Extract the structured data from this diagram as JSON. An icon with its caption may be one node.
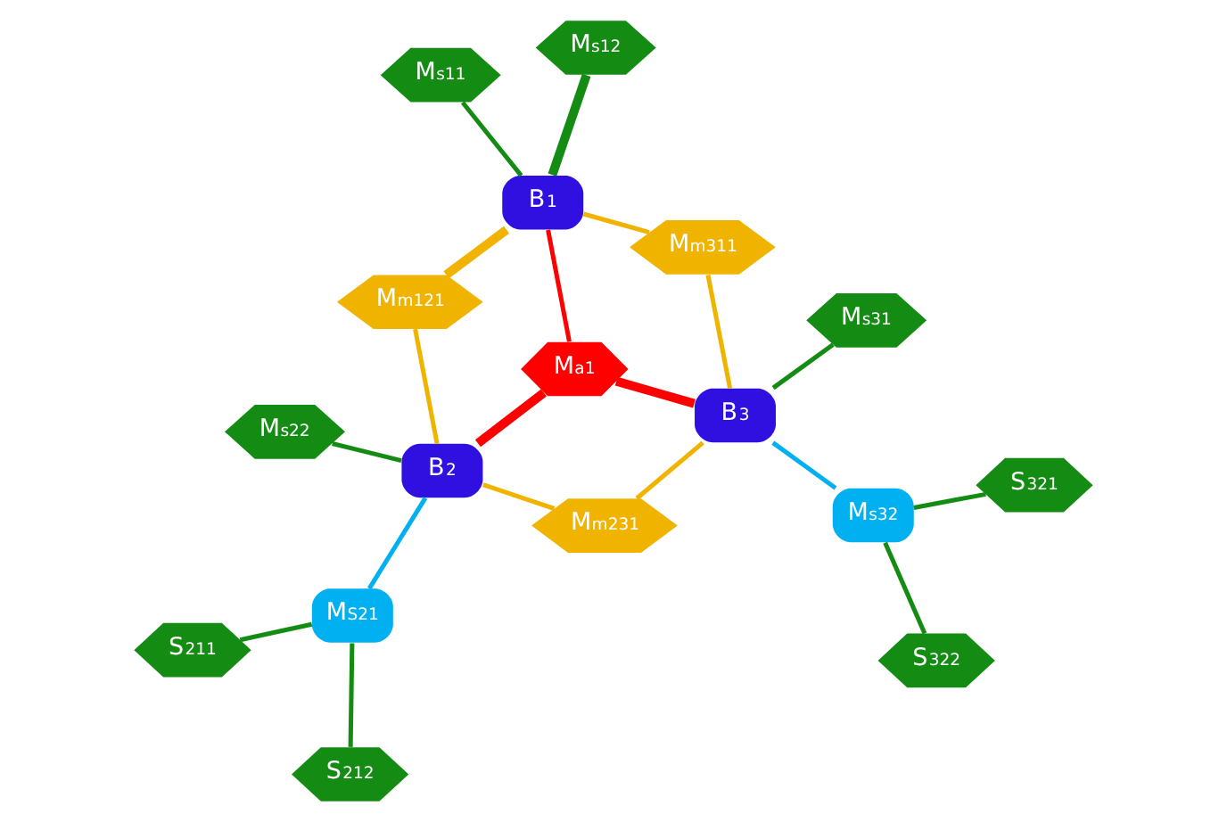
{
  "diagram": {
    "nodes": [
      {
        "text": [
          "M$_{m121}$"
        ]
      },
      {
        "text": [
          "B$_{1}$"
        ]
      },
      {
        "text": [
          "B$_{2}$"
        ]
      },
      {
        "text": [
          "M$_{s11}$"
        ]
      },
      {
        "text": [
          "M$_{a1}$"
        ]
      },
      {
        "text": [
          "M$_{S21}$"
        ]
      },
      {
        "text": [
          "S$_{211}$"
        ]
      },
      {
        "text": [
          "M$_{s12}$"
        ]
      },
      {
        "text": [
          "M$_{m311}$"
        ]
      },
      {
        "text": [
          "M$_{m231}$"
        ]
      },
      {
        "text": [
          "S$_{212}$"
        ]
      },
      {
        "text": [
          "M$_{s22}$"
        ]
      },
      {
        "text": [
          "B$_{3}$"
        ]
      },
      {
        "text": [
          "M$_{s32}$"
        ]
      },
      {
        "text": [
          "M$_{s31}$"
        ]
      },
      {
        "text": [
          "S$_{322}$"
        ]
      },
      {
        "text": [
          "S$_{321}$"
        ]
      }
    ],
    "edges": [
      {
        "from": 1,
        "to": 0,
        "arrow": "none",
        "style": "thick",
        "color": "#f0b400"
      },
      {
        "from": 0,
        "to": 2,
        "arrow": "none",
        "color": "#f0b400"
      },
      {
        "from": 1,
        "to": 4,
        "arrow": "none",
        "color": "#ff0000"
      },
      {
        "from": 4,
        "to": 2,
        "arrow": "none",
        "style": "thick",
        "color": "#ff0000"
      },
      {
        "from": 4,
        "to": 12,
        "arrow": "none",
        "style": "thick",
        "color": "#ff0000"
      },
      {
        "from": 1,
        "to": 8,
        "arrow": "none",
        "color": "#f0b400"
      },
      {
        "from": 8,
        "to": 12,
        "arrow": "none",
        "color": "#f0b400"
      },
      {
        "from": 2,
        "to": 9,
        "arrow": "none",
        "color": "#f0b400"
      },
      {
        "from": 9,
        "to": 12,
        "arrow": "none",
        "color": "#f0b400"
      },
      {
        "from": 1,
        "to": 3,
        "arrow": "none"
      },
      {
        "from": 1,
        "to": 7,
        "arrow": "none",
        "style": "thick"
      },
      {
        "from": 2,
        "to": 5,
        "arrow": "none",
        "color": "#00b0f0"
      },
      {
        "from": 5,
        "to": 6,
        "arrow": "none"
      },
      {
        "from": 5,
        "to": 10,
        "arrow": "none"
      },
      {
        "from": 2,
        "to": 11,
        "arrow": "none"
      },
      {
        "from": 12,
        "to": 13,
        "arrow": "none",
        "color": "#00b0f0"
      },
      {
        "from": 13,
        "to": 15,
        "arrow": "none"
      },
      {
        "from": 13,
        "to": 16,
        "arrow": "none"
      },
      {
        "from": 12,
        "to": 14,
        "arrow": "none"
      }
    ]
  }
}
